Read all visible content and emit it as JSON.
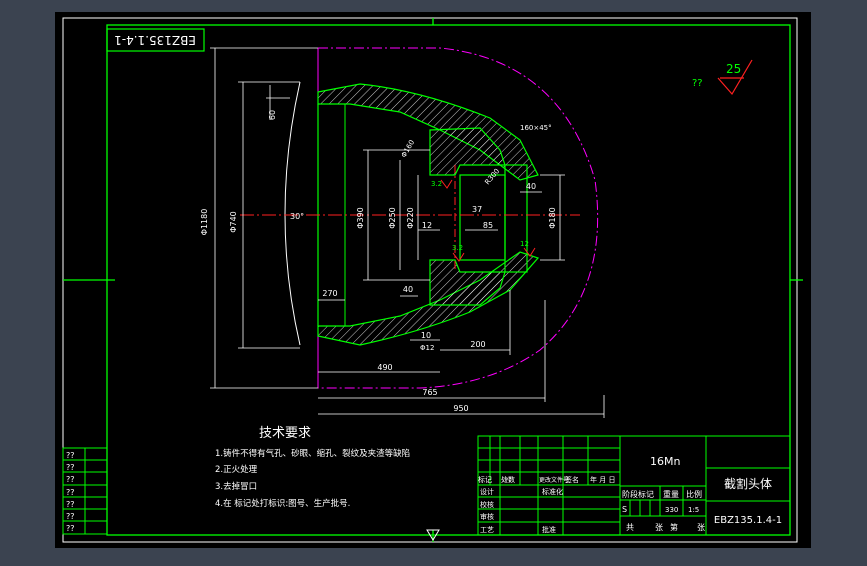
{
  "title_block": {
    "drawing_code_mirrored": "EBZ135.1.4-1",
    "material": "16Mn",
    "part_name": "截割头体",
    "drawing_number": "EBZ135.1.4-1",
    "stage_label": "阶段标记",
    "weight_label": "重量",
    "scale_label": "比例",
    "weight_value": "330",
    "scale_value": "1:5",
    "stage_mark": "S",
    "total_label": "共",
    "sheet_label": "张",
    "page_label": "第",
    "page_sheet_label": "张",
    "row_labels": [
      "标记",
      "处数",
      "更改文件号",
      "签名",
      "年 月 日"
    ],
    "sign_rows": [
      "设计",
      "校核",
      "审核",
      "工艺"
    ],
    "std_label": "标准化",
    "approve_label": "批准",
    "placeholder": "??"
  },
  "left_strip": [
    "??",
    "??",
    "??",
    "??",
    "??",
    "??",
    "??"
  ],
  "roughness": {
    "value": "25",
    "prefix": "??"
  },
  "tech": {
    "heading": "技术要求",
    "items": [
      "1.铸件不得有气孔、砂眼、缩孔、裂纹及夹渣等缺陷",
      "2.正火处理",
      "3.去掉冒口",
      "4.在    标记处打标识:图号、生产批号."
    ]
  },
  "dims": {
    "d1": "Φ1180",
    "d2": "Φ740",
    "d3": "Φ390",
    "d4": "Φ250",
    "d5": "Φ220",
    "d6": "Φ180",
    "d7": "Φ160",
    "d8": "Φ12",
    "angle": "30°",
    "len_270": "270",
    "len_490": "490",
    "len_765": "765",
    "len_950": "950",
    "len_200": "200",
    "len_60": "60",
    "len_40": "40",
    "len_12": "12",
    "len_85": "85",
    "len_37": "37",
    "len_10": "10",
    "r300": "R300",
    "c160": "160×45°",
    "rough_32a": "3.2",
    "rough_32b": "3.2",
    "rough_12": "12"
  },
  "colors": {
    "background": "#3b4350",
    "paper": "#000000",
    "outline": "#00ff00",
    "hatch": "#ffffff",
    "dimension": "#ffffff",
    "centerline": "#ff2020",
    "phantom": "#ff00ff",
    "roughness": "#ff2020"
  }
}
